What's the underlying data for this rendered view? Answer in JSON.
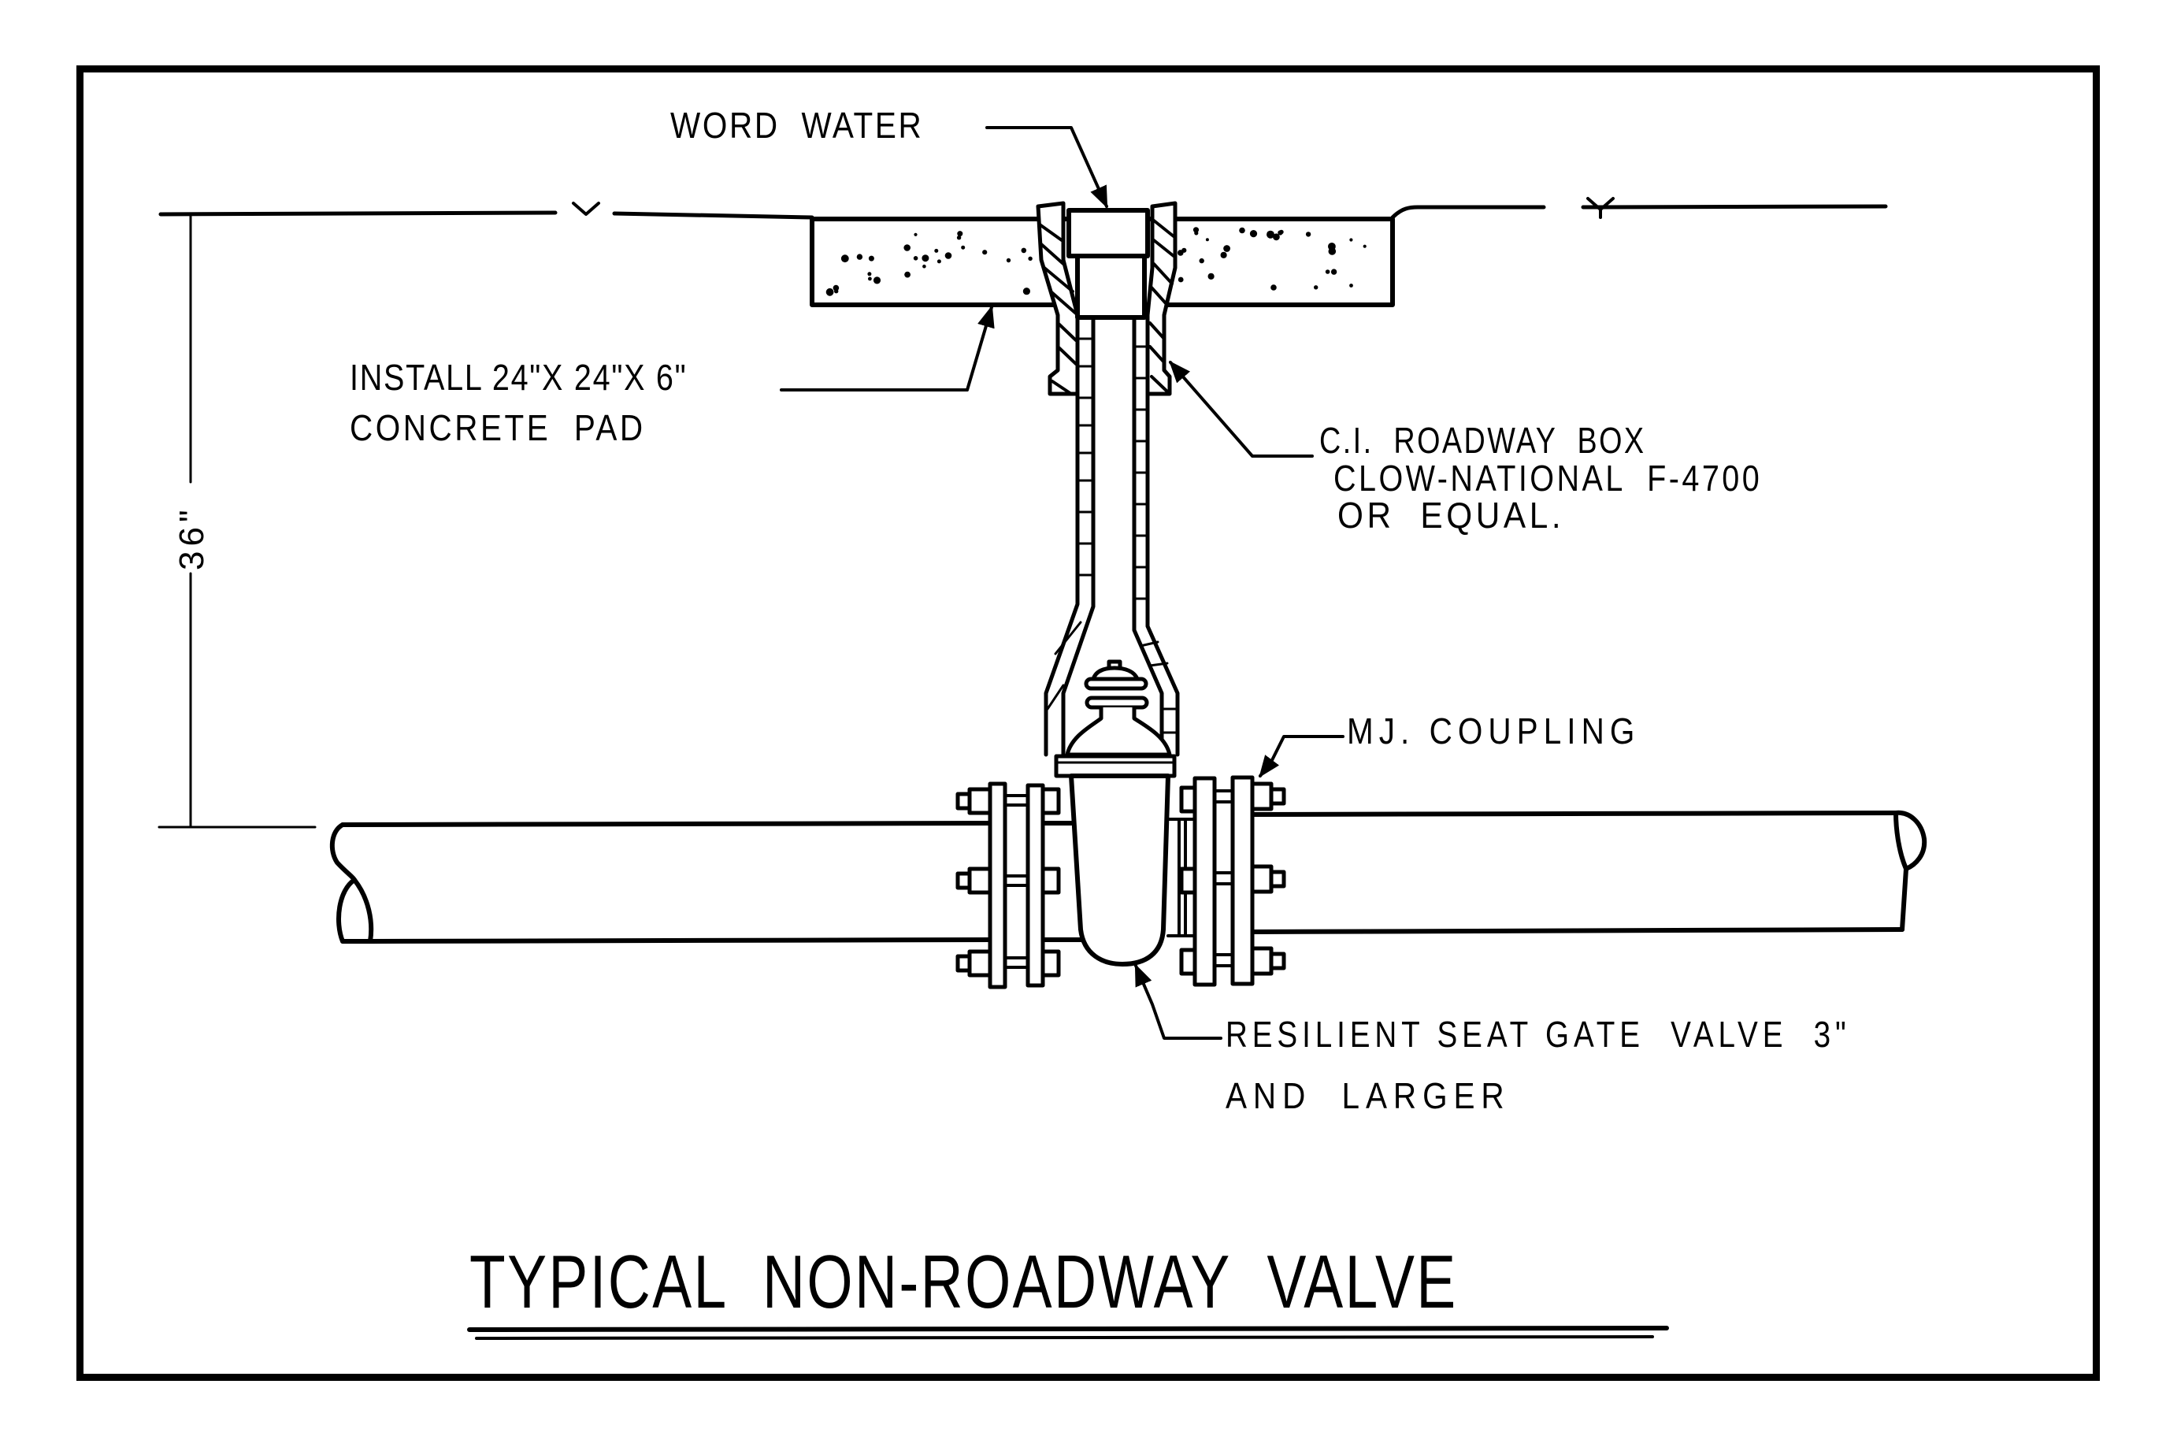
{
  "drawing": {
    "title": "TYPICAL  NON-ROADWAY  VALVE",
    "dimension": {
      "label": "36\"",
      "value_inches": 36,
      "meaning": "cover depth from finished grade to top of pipe"
    },
    "callouts": {
      "word_water": "WORD  WATER",
      "concrete_pad": {
        "line1": "INSTALL 24\"X 24\"X 6\"",
        "line2": "CONCRETE  PAD"
      },
      "roadway_box": {
        "line1": "C.I.  ROADWAY  BOX",
        "line2": "CLOW-NATIONAL  F-4700",
        "line3": "OR  EQUAL."
      },
      "coupling": "MJ. COUPLING",
      "gate_valve": {
        "line1": "RESILIENT SEAT GATE  VALVE  3\"",
        "line2": "AND  LARGER"
      }
    },
    "components": [
      {
        "name": "ground-line",
        "symbol": "grade-mark-icon"
      },
      {
        "name": "concrete-pad",
        "size": "24\" x 24\" x 6\""
      },
      {
        "name": "valve-box-lid",
        "marking": "WATER"
      },
      {
        "name": "roadway-box",
        "material": "C.I.",
        "model": "CLOW-NATIONAL F-4700"
      },
      {
        "name": "gate-valve",
        "type": "resilient seat"
      },
      {
        "name": "mj-coupling",
        "count": 2
      },
      {
        "name": "water-main-pipe"
      }
    ],
    "colors": {
      "ink": "#000000",
      "paper": "#ffffff"
    }
  }
}
